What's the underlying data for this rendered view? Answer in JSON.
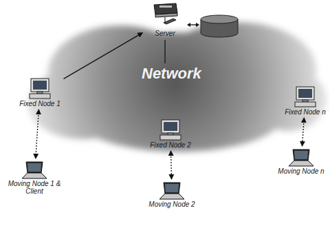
{
  "diagram": {
    "nodes": [
      {
        "text": [
          "Server"
        ]
      },
      {
        "text": [
          "Fixed Node 1"
        ]
      },
      {
        "text": [
          "Fixed Node 2"
        ]
      },
      {
        "text": [
          "Fixed Node n"
        ]
      },
      {
        "text": [
          "Moving Node 1 & Client"
        ]
      },
      {
        "text": [
          "Moving Node 2"
        ]
      },
      {
        "text": [
          "Moving Node n"
        ]
      }
    ],
    "edges": [
      {
        "from": 1,
        "to": 0,
        "arrow": "to"
      },
      {
        "from": 1,
        "to": 4,
        "arrow": "both"
      },
      {
        "from": 2,
        "to": 5,
        "arrow": "both"
      },
      {
        "from": 3,
        "to": 6,
        "arrow": "both"
      }
    ],
    "labels": [
      "Network"
    ]
  }
}
